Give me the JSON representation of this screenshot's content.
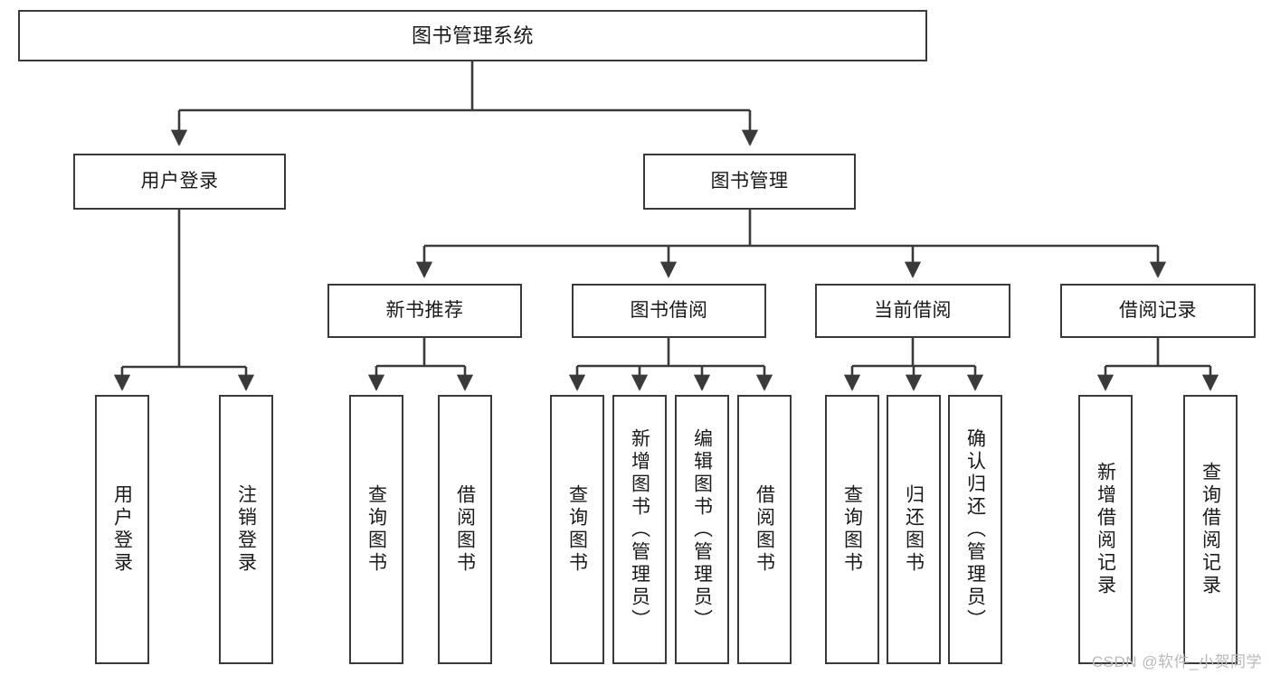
{
  "diagram": {
    "type": "tree",
    "title": "图书管理系统",
    "watermark": "CSDN @软件_小贺同学",
    "colors": {
      "box_border": "#3a3a3a",
      "line": "#3a3a3a",
      "text": "#1a1a1a",
      "background": "#ffffff",
      "watermark": "#b9b9b9"
    },
    "nodes": {
      "root": {
        "label": "图书管理系统",
        "level": 1,
        "orientation": "horizontal"
      },
      "l2": [
        {
          "label": "用户登录",
          "level": 2,
          "orientation": "horizontal"
        },
        {
          "label": "图书管理",
          "level": 2,
          "orientation": "horizontal"
        }
      ],
      "l3": [
        {
          "label": "新书推荐",
          "level": 3,
          "orientation": "horizontal"
        },
        {
          "label": "图书借阅",
          "level": 3,
          "orientation": "horizontal"
        },
        {
          "label": "当前借阅",
          "level": 3,
          "orientation": "horizontal"
        },
        {
          "label": "借阅记录",
          "level": 3,
          "orientation": "horizontal"
        }
      ],
      "leaves": {
        "user_login": [
          {
            "label": "用户登录",
            "orientation": "vertical"
          },
          {
            "label": "注销登录",
            "orientation": "vertical"
          }
        ],
        "new_book": [
          {
            "label": "查询图书",
            "orientation": "vertical"
          },
          {
            "label": "借阅图书",
            "orientation": "vertical"
          }
        ],
        "book_borrow": [
          {
            "label": "查询图书",
            "orientation": "vertical"
          },
          {
            "label": "新增图书（管理员）",
            "orientation": "vertical"
          },
          {
            "label": "编辑图书（管理员）",
            "orientation": "vertical"
          },
          {
            "label": "借阅图书",
            "orientation": "vertical"
          }
        ],
        "current_borrow": [
          {
            "label": "查询图书",
            "orientation": "vertical"
          },
          {
            "label": "归还图书",
            "orientation": "vertical"
          },
          {
            "label": "确认归还（管理员）",
            "orientation": "vertical"
          }
        ],
        "borrow_record": [
          {
            "label": "新增借阅记录",
            "orientation": "vertical"
          },
          {
            "label": "查询借阅记录",
            "orientation": "vertical"
          }
        ]
      }
    }
  }
}
